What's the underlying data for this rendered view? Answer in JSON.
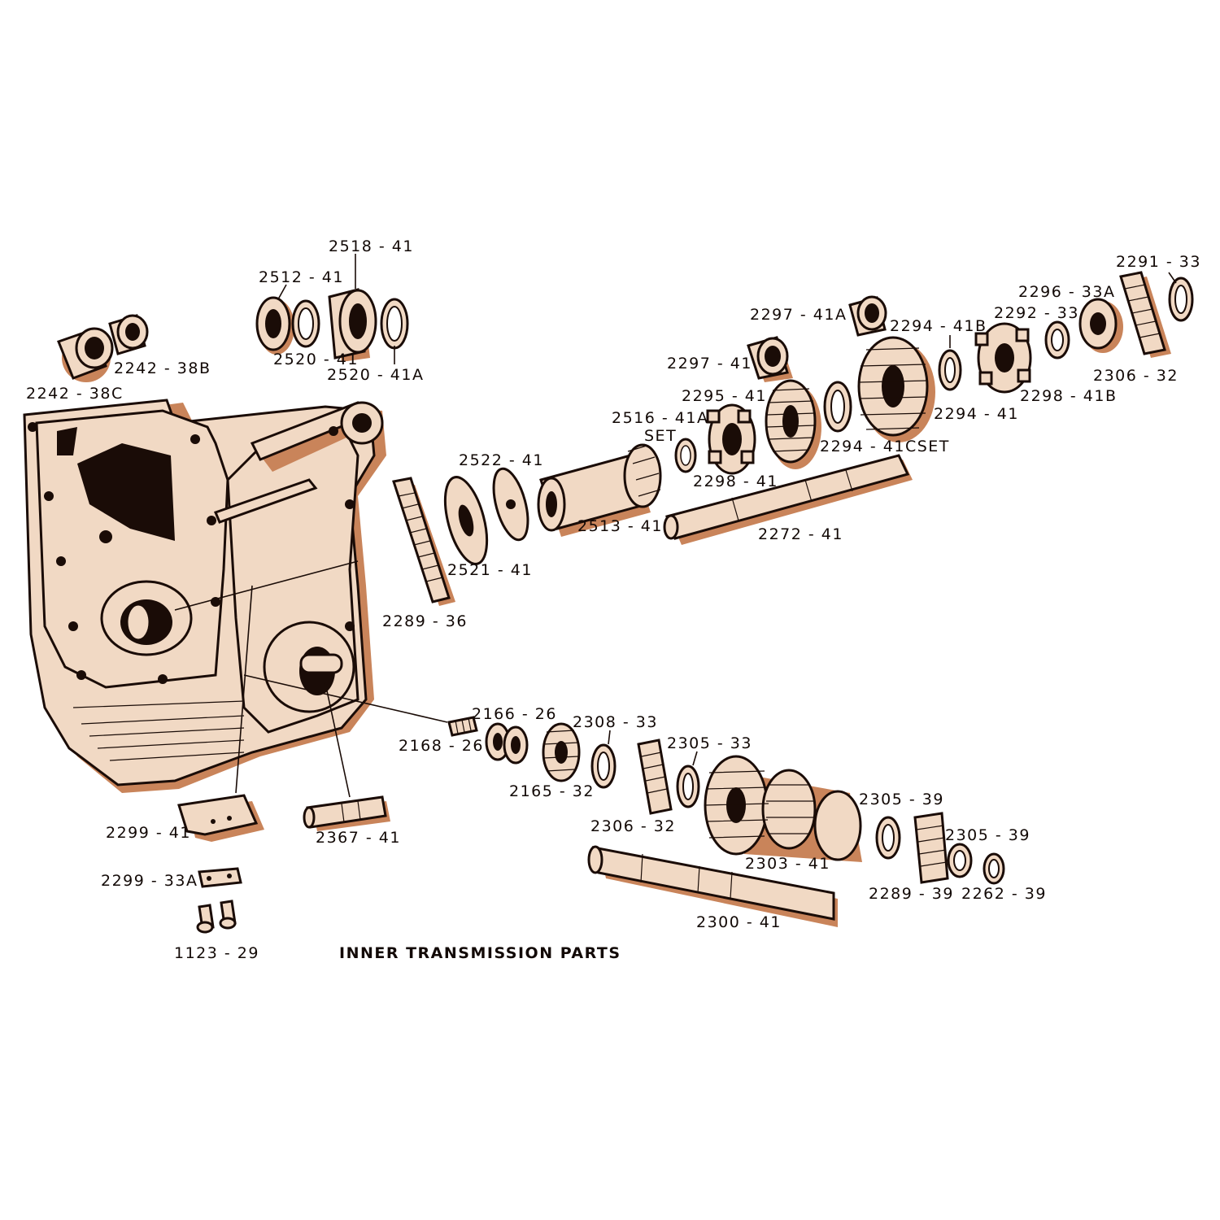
{
  "title": "INNER TRANSMISSION PARTS",
  "labels": {
    "p2518_41": "2518 - 41",
    "p2512_41": "2512 - 41",
    "p2520_41": "2520 - 41",
    "p2520_41A": "2520 - 41A",
    "p2242_38B": "2242 - 38B",
    "p2242_38C": "2242 - 38C",
    "p2291_33": "2291 - 33",
    "p2296_33A": "2296 - 33A",
    "p2292_33": "2292 - 33",
    "p2297_41A": "2297 - 41A",
    "p2294_41B": "2294 - 41B",
    "p2297_41": "2297 - 41",
    "p2306_32_top": "2306 - 32",
    "p2295_41": "2295 - 41",
    "p2298_41B": "2298 - 41B",
    "p2516_41A": "2516 - 41A",
    "p2516_set": "SET",
    "p2294_41": "2294 - 41",
    "p2294_41C": "2294 - 41CSET",
    "p2522_41": "2522 - 41",
    "p2298_41": "2298 - 41",
    "p2513_41": "2513 - 41",
    "p2272_41": "2272 - 41",
    "p2521_41": "2521 - 41",
    "p2289_36": "2289 - 36",
    "p2166_26": "2166 - 26",
    "p2308_33": "2308 - 33",
    "p2168_26": "2168 - 26",
    "p2305_33": "2305 - 33",
    "p2165_32": "2165 - 32",
    "p2306_32_bottom": "2306 - 32",
    "p2305_39_a": "2305 - 39",
    "p2305_39_b": "2305 - 39",
    "p2303_41": "2303 - 41",
    "p2289_39": "2289 - 39",
    "p2262_39": "2262 - 39",
    "p2299_41": "2299 - 41",
    "p2367_41": "2367 - 41",
    "p2299_33A": "2299 - 33A",
    "p2300_41": "2300 - 41",
    "p1123_29": "1123 - 29"
  },
  "colors": {
    "ink": "#1a0c07",
    "highlight": "#f1d9c4",
    "shadow": "#c9845a",
    "background": "#ffffff"
  }
}
